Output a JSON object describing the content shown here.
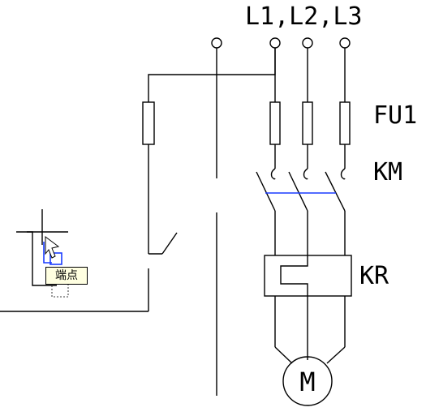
{
  "labels": {
    "supply": "L1,L2,L3",
    "fuse": "FU1",
    "contactor": "KM",
    "overload_relay": "KR",
    "motor": "M"
  },
  "tooltip": {
    "text": "端点"
  },
  "colors": {
    "line": "#000000",
    "link": "#1a3cff",
    "tooltip_bg": "#ffffe1"
  },
  "cursor": {
    "icon": "cad-crosshair-cursor"
  }
}
